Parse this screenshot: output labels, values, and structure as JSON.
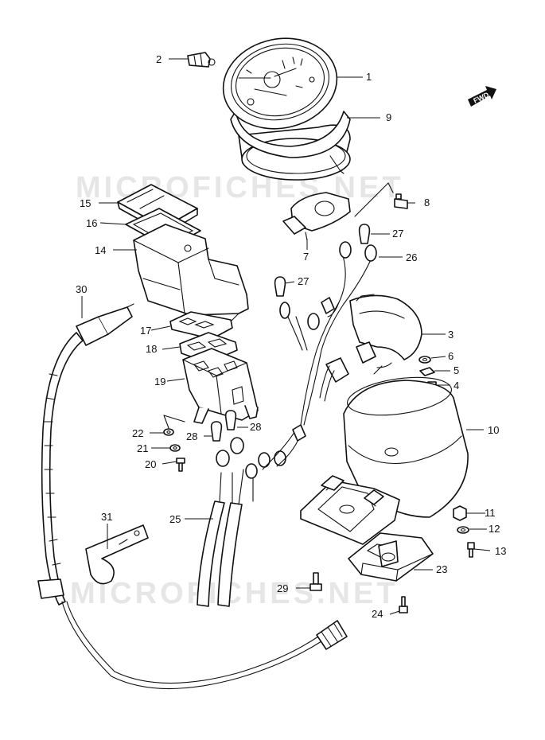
{
  "watermark": {
    "text": "MICROFICHES.NET",
    "color": "#e6e6e6"
  },
  "fwd_label": "FWD",
  "callouts": [
    {
      "id": "c1",
      "label": "1"
    },
    {
      "id": "c2",
      "label": "2"
    },
    {
      "id": "c3",
      "label": "3"
    },
    {
      "id": "c4",
      "label": "4"
    },
    {
      "id": "c5",
      "label": "5"
    },
    {
      "id": "c6",
      "label": "6"
    },
    {
      "id": "c7",
      "label": "7"
    },
    {
      "id": "c8",
      "label": "8"
    },
    {
      "id": "c9",
      "label": "9"
    },
    {
      "id": "c10",
      "label": "10"
    },
    {
      "id": "c11",
      "label": "11"
    },
    {
      "id": "c12",
      "label": "12"
    },
    {
      "id": "c13",
      "label": "13"
    },
    {
      "id": "c14",
      "label": "14"
    },
    {
      "id": "c15",
      "label": "15"
    },
    {
      "id": "c16",
      "label": "16"
    },
    {
      "id": "c17",
      "label": "17"
    },
    {
      "id": "c18",
      "label": "18"
    },
    {
      "id": "c19",
      "label": "19"
    },
    {
      "id": "c20",
      "label": "20"
    },
    {
      "id": "c21",
      "label": "21"
    },
    {
      "id": "c22",
      "label": "22"
    },
    {
      "id": "c23",
      "label": "23"
    },
    {
      "id": "c24",
      "label": "24"
    },
    {
      "id": "c25",
      "label": "25"
    },
    {
      "id": "c26",
      "label": "26"
    },
    {
      "id": "c27a",
      "label": "27"
    },
    {
      "id": "c27b",
      "label": "27"
    },
    {
      "id": "c28a",
      "label": "28"
    },
    {
      "id": "c28b",
      "label": "28"
    },
    {
      "id": "c29",
      "label": "29"
    },
    {
      "id": "c30",
      "label": "30"
    },
    {
      "id": "c31",
      "label": "31"
    }
  ]
}
